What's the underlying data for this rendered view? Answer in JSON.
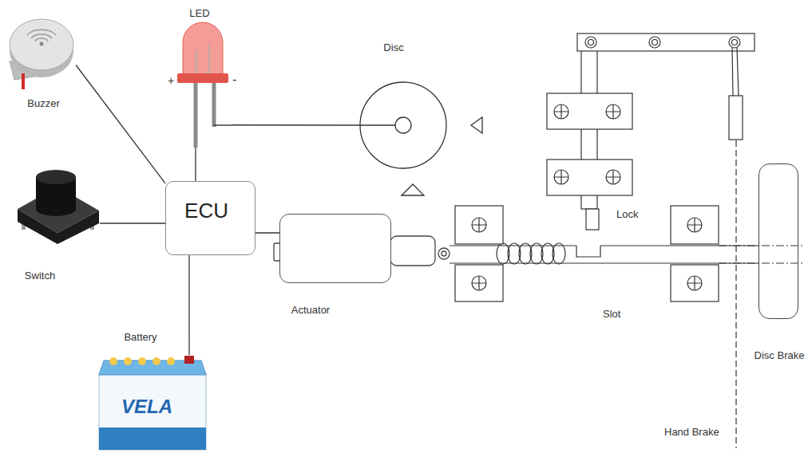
{
  "diagram": {
    "nodes": [
      {
        "text": [
          "Buzzer"
        ]
      },
      {
        "text": [
          "LED"
        ]
      },
      {
        "text": [
          "Disc"
        ]
      },
      {
        "text": [
          "Switch"
        ]
      },
      {
        "text": [
          "ECU"
        ]
      },
      {
        "text": [
          "Actuator"
        ]
      },
      {
        "text": [
          "Battery"
        ]
      },
      {
        "text": [
          "Disc Brake"
        ]
      }
    ],
    "edges": [
      {
        "from": 0,
        "to": 4,
        "arrow": "none"
      },
      {
        "from": 1,
        "to": 4,
        "arrow": "none"
      },
      {
        "from": 1,
        "to": 2,
        "arrow": "none"
      },
      {
        "from": 3,
        "to": 4,
        "arrow": "none"
      },
      {
        "from": 4,
        "to": 5,
        "arrow": "none"
      },
      {
        "from": 4,
        "to": 6,
        "arrow": "none"
      }
    ],
    "labels": [
      "+",
      "-",
      "Lock",
      "Slot",
      "Hand Brake",
      "VELA"
    ]
  }
}
